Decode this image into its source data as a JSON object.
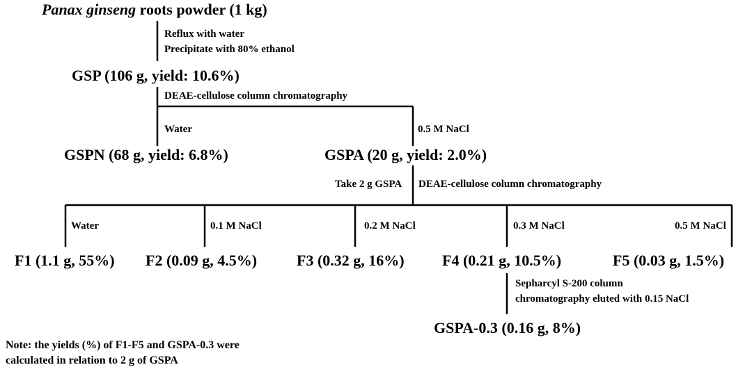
{
  "title": {
    "species": "Panax ginseng",
    "rest": " roots powder (1 kg)"
  },
  "step1": {
    "line1": "Reflux with water",
    "line2": "Precipitate with 80% ethanol"
  },
  "gsp": "GSP (106 g, yield: 10.6%)",
  "deae1": "DEAE-cellulose column chromatography",
  "water1": "Water",
  "nacl_05a": "0.5 M NaCl",
  "gspn": "GSPN (68 g, yield: 6.8%)",
  "gspa": "GSPA (20 g, yield: 2.0%)",
  "take": "Take 2 g GSPA",
  "deae2": "DEAE-cellulose column chromatography",
  "eluents": [
    "Water",
    "0.1 M NaCl",
    "0.2 M NaCl",
    "0.3 M NaCl",
    "0.5 M NaCl"
  ],
  "fractions": [
    "F1 (1.1 g, 55%)",
    "F2 (0.09 g, 4.5%)",
    "F3 (0.32 g, 16%)",
    "F4 (0.21 g, 10.5%)",
    "F5 (0.03 g, 1.5%)"
  ],
  "sephacryl": {
    "line1": "Sepharcyl S-200 column",
    "line2": "chromatography eluted with 0.15 NaCl"
  },
  "gspa03": "GSPA-0.3 (0.16 g, 8%)",
  "note": {
    "line1": "Note: the yields (%) of F1-F5 and GSPA-0.3 were",
    "line2": "calculated in relation to 2 g of GSPA"
  }
}
